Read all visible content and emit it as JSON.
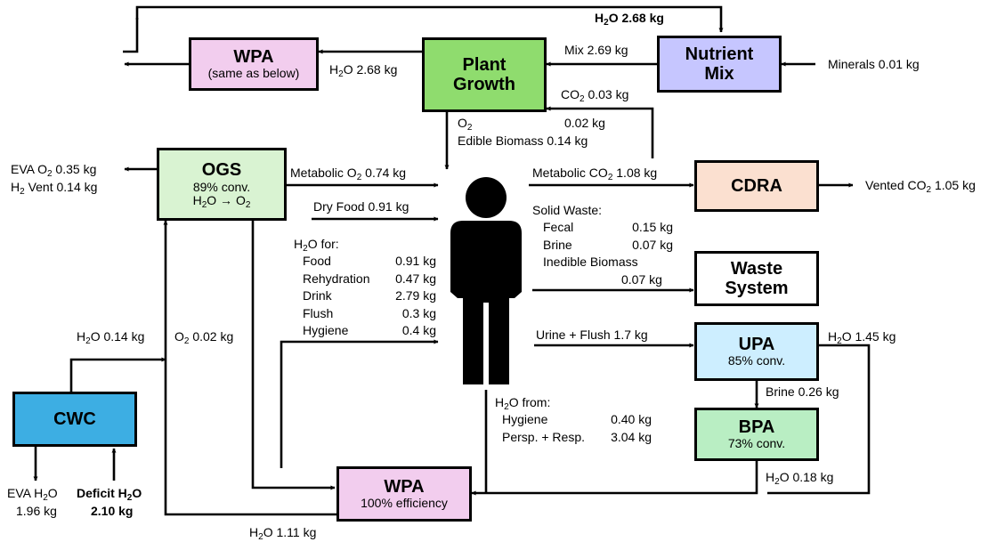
{
  "boxes": {
    "wpa_top": {
      "title": "WPA",
      "sub": "(same as below)",
      "color": "#f2cdee"
    },
    "plant": {
      "title_1": "Plant",
      "title_2": "Growth",
      "color": "#8fdc6e"
    },
    "nutrient": {
      "title_1": "Nutrient",
      "title_2": "Mix",
      "color": "#c6c6ff"
    },
    "ogs": {
      "title": "OGS",
      "sub_1": "89% conv.",
      "sub_2_a": "H",
      "sub_2_b": "2",
      "sub_2_c": "O → O",
      "sub_2_d": "2",
      "color": "#d9f3d2"
    },
    "cdra": {
      "title": "CDRA",
      "color": "#fbe0d0"
    },
    "waste": {
      "title_1": "Waste",
      "title_2": "System",
      "color": "#ffffff"
    },
    "upa": {
      "title": "UPA",
      "sub": "85% conv.",
      "color": "#cdeeff"
    },
    "bpa": {
      "title": "BPA",
      "sub": "73% conv.",
      "color": "#b9eec3"
    },
    "cwc": {
      "title": "CWC",
      "color": "#3daee3"
    },
    "wpa_bottom": {
      "title": "WPA",
      "sub": "100% efficiency",
      "color": "#f2cdee"
    }
  },
  "labels": {
    "h2o_top_a": "H",
    "h2o_top_b": "2",
    "h2o_top_c": "O 2.68 kg",
    "mix": "Mix 2.69 kg",
    "minerals": "Minerals 0.01 kg",
    "h2o_wpa_a": "H",
    "h2o_wpa_b": "2",
    "h2o_wpa_c": "O 2.68 kg",
    "co2_plant_a": "CO",
    "co2_plant_b": "2",
    "co2_plant_c": " 0.03 kg",
    "o2_plant_a": "O",
    "o2_plant_b": "2",
    "o2_plant_val": "0.02 kg",
    "edible": "Edible Biomass 0.14 kg",
    "eva_o2_a": "EVA O",
    "eva_o2_b": "2",
    "eva_o2_c": " 0.35 kg",
    "h2_vent_a": "H",
    "h2_vent_b": "2",
    "h2_vent_c": " Vent 0.14 kg",
    "metabolic_o2_a": "Metabolic O",
    "metabolic_o2_b": "2",
    "metabolic_o2_c": " 0.74 kg",
    "dry_food": "Dry Food 0.91 kg",
    "metabolic_co2_a": "Metabolic CO",
    "metabolic_co2_b": "2",
    "metabolic_co2_c": " 1.08 kg",
    "vented_co2_a": "Vented CO",
    "vented_co2_b": "2",
    "vented_co2_c": " 1.05 kg",
    "h2o_for_a": "H",
    "h2o_for_b": "2",
    "h2o_for_c": "O for:",
    "solid_waste": "Solid Waste:",
    "inedible": "Inedible Biomass",
    "inedible_val": "0.07 kg",
    "h2o_cwc_a": "H",
    "h2o_cwc_b": "2",
    "h2o_cwc_c": "O 0.14 kg",
    "o2_cwc_a": "O",
    "o2_cwc_b": "2",
    "o2_cwc_c": " 0.02 kg",
    "urine": "Urine + Flush 1.7 kg",
    "h2o_upa_a": "H",
    "h2o_upa_b": "2",
    "h2o_upa_c": "O 1.45 kg",
    "brine": "Brine 0.26 kg",
    "h2o_from_a": "H",
    "h2o_from_b": "2",
    "h2o_from_c": "O from:",
    "h2o_bpa_a": "H",
    "h2o_bpa_b": "2",
    "h2o_bpa_c": "O 0.18 kg",
    "eva_h2o_a": "EVA H",
    "eva_h2o_b": "2",
    "eva_h2o_c": "O",
    "eva_h2o_val": "1.96 kg",
    "deficit_a": "Deficit H",
    "deficit_b": "2",
    "deficit_c": "O",
    "deficit_val": "2.10 kg",
    "h2o_bottom_a": "H",
    "h2o_bottom_b": "2",
    "h2o_bottom_c": "O 1.11 kg"
  },
  "h2o_for_rows": [
    {
      "name": "Food",
      "value": "0.91 kg"
    },
    {
      "name": "Rehydration",
      "value": "0.47 kg"
    },
    {
      "name": "Drink",
      "value": "2.79 kg"
    },
    {
      "name": "Flush",
      "value": "0.3 kg"
    },
    {
      "name": "Hygiene",
      "value": "0.4 kg"
    }
  ],
  "solid_waste_rows": [
    {
      "name": "Fecal",
      "value": "0.15 kg"
    },
    {
      "name": "Brine",
      "value": "0.07 kg"
    }
  ],
  "h2o_from_rows": [
    {
      "name": "Hygiene",
      "value": "0.40 kg"
    },
    {
      "name": "Persp. + Resp.",
      "value": "3.04 kg"
    }
  ],
  "icons": {
    "crew": "person-icon"
  }
}
